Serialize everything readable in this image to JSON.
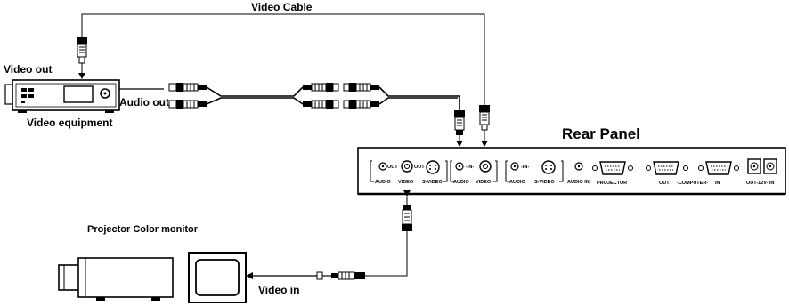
{
  "labels": {
    "video_cable": "Video Cable",
    "video_out": "Video out",
    "audio_out": "Audio out",
    "video_equipment": "Video equipment",
    "rear_panel": "Rear Panel",
    "projector_color_monitor": "Projector Color monitor",
    "video_in": "Video in"
  },
  "panel": {
    "out": "OUT",
    "audio": "AUDIO",
    "video": "VIDEO",
    "s_video": "S-VIDEO",
    "in": "-IN-",
    "audio_in": "AUDIO IN",
    "projector": "PROJECTOR",
    "computer": "-COMPUTER-",
    "in_plain": "IN",
    "out_12v_in": "OUT-12V- IN"
  },
  "icons": {
    "video_equipment": "vcr-icon",
    "projector": "projector-icon",
    "monitor": "monitor-icon"
  }
}
